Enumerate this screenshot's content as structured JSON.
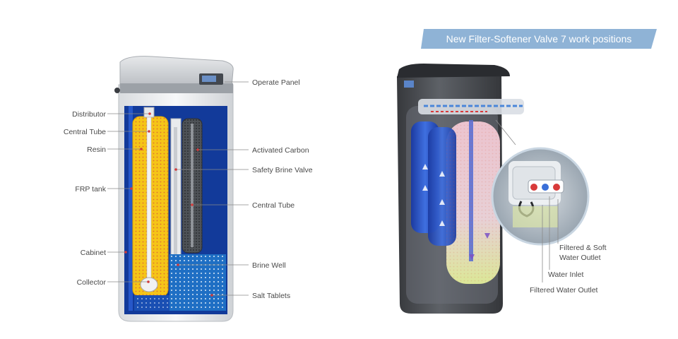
{
  "left_diagram": {
    "labels": {
      "operate_panel": "Operate Panel",
      "distributor": "Distributor",
      "central_tube_left": "Central Tube",
      "resin": "Resin",
      "frp_tank": "FRP tank",
      "cabinet": "Cabinet",
      "collector": "Collector",
      "activated_carbon": "Activated Carbon",
      "safety_brine_valve": "Safety Brine Valve",
      "central_tube_right": "Central Tube",
      "brine_well": "Brine Well",
      "salt_tablets": "Salt Tablets"
    }
  },
  "right_diagram": {
    "banner": "New Filter-Softener Valve 7 work positions",
    "labels": {
      "filtered_soft_outlet_line1": "Filtered & Soft",
      "filtered_soft_outlet_line2": "Water Outlet",
      "water_inlet": "Water Inlet",
      "filtered_water_outlet": "Filtered Water Outlet"
    }
  },
  "colors": {
    "resin_yellow": "#f5c518",
    "tank_blue": "#1e3fa8",
    "cabinet_white": "#f2f3f5",
    "banner_blue": "#8fb3d6",
    "dark_cabinet": "#3a3d42"
  }
}
